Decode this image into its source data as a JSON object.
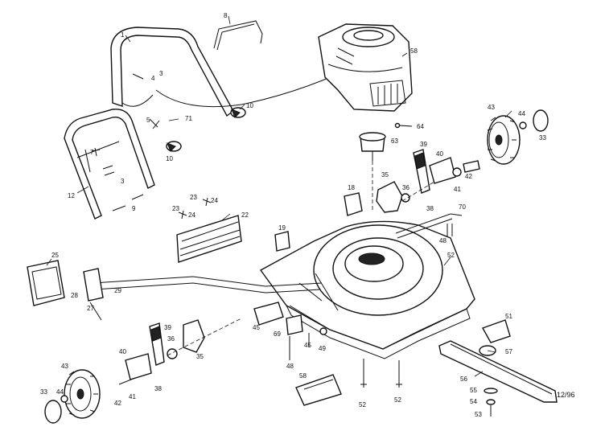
{
  "diagram": {
    "date_code": "12/96",
    "callouts": {
      "c1": "1",
      "c8": "8",
      "c58a": "58",
      "c3": "3",
      "c4": "4",
      "c10a": "10",
      "c5": "5",
      "c71": "71",
      "c10b": "10",
      "c7": "7",
      "c3b": "3",
      "c12": "12",
      "c9": "9",
      "c64": "64",
      "c63": "63",
      "c43a": "43",
      "c44a": "44",
      "c33a": "33",
      "c39a": "39",
      "c40a": "40",
      "c42a": "42",
      "c41a": "41",
      "c35a": "35",
      "c36a": "36",
      "c38a": "38",
      "c70": "70",
      "c18": "18",
      "c23": "23",
      "c24a": "24",
      "c23b": "23",
      "c24b": "24",
      "c22": "22",
      "c19": "19",
      "c48a": "48",
      "c52a": "52",
      "c25": "25",
      "c28": "28",
      "c29": "29",
      "c27": "27",
      "c45a": "45",
      "c69": "69",
      "c45b": "45",
      "c49": "49",
      "c48b": "48",
      "c51": "51",
      "c57": "57",
      "c56": "56",
      "c55": "55",
      "c54": "54",
      "c53": "53",
      "c39b": "39",
      "c36b": "36",
      "c35b": "35",
      "c40b": "40",
      "c41b": "41",
      "c42b": "42",
      "c38b": "38",
      "c43b": "43",
      "c44b": "44",
      "c33b": "33",
      "c58b": "58",
      "c52b": "52",
      "c52c": "52"
    }
  }
}
